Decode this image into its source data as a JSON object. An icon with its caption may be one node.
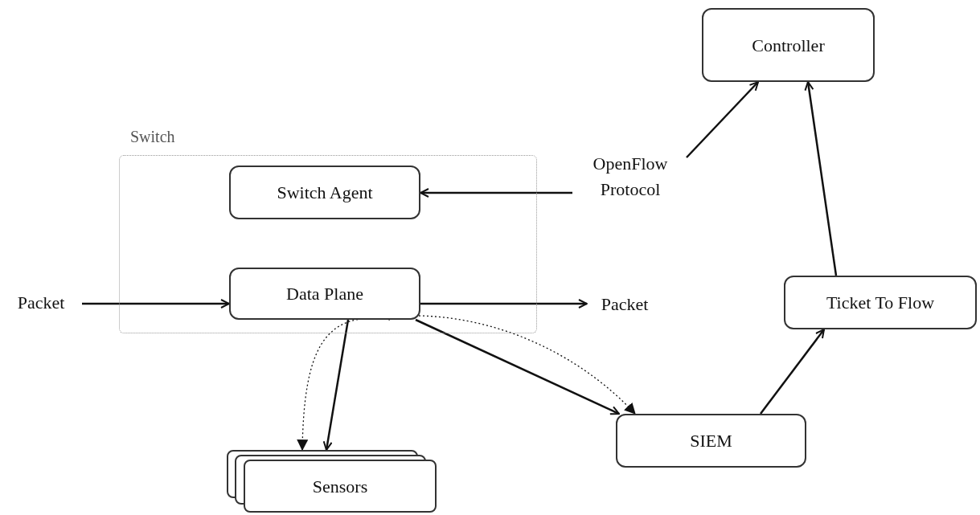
{
  "diagram": {
    "nodes": [
      {
        "text": [
          "Switch"
        ]
      },
      {
        "text": [
          "Switch Agent"
        ],
        "in": 0
      },
      {
        "text": [
          "Data Plane"
        ],
        "in": 0
      },
      {
        "text": [
          "Controller"
        ]
      },
      {
        "text": [
          "OpenFlow Protocol"
        ]
      },
      {
        "text": [
          "Packet"
        ]
      },
      {
        "text": [
          "Packet"
        ]
      },
      {
        "text": [
          "Ticket To Flow"
        ]
      },
      {
        "text": [
          "SIEM"
        ]
      },
      {
        "text": [
          "Sensors"
        ]
      }
    ],
    "edges": [
      {
        "from": 5,
        "to": 2,
        "arrow": "to"
      },
      {
        "from": 2,
        "to": 6,
        "arrow": "to"
      },
      {
        "from": 4,
        "to": 1,
        "arrow": "to"
      },
      {
        "from": 4,
        "to": 3,
        "arrow": "to"
      },
      {
        "from": 7,
        "to": 3,
        "arrow": "to"
      },
      {
        "from": 8,
        "to": 7,
        "arrow": "to"
      },
      {
        "from": 2,
        "to": 8,
        "arrow": "to"
      },
      {
        "from": 2,
        "to": 8,
        "arrow": "to",
        "style": "dashed"
      },
      {
        "from": 2,
        "to": 9,
        "arrow": "to"
      },
      {
        "from": 2,
        "to": 9,
        "arrow": "to",
        "style": "dashed"
      }
    ]
  }
}
